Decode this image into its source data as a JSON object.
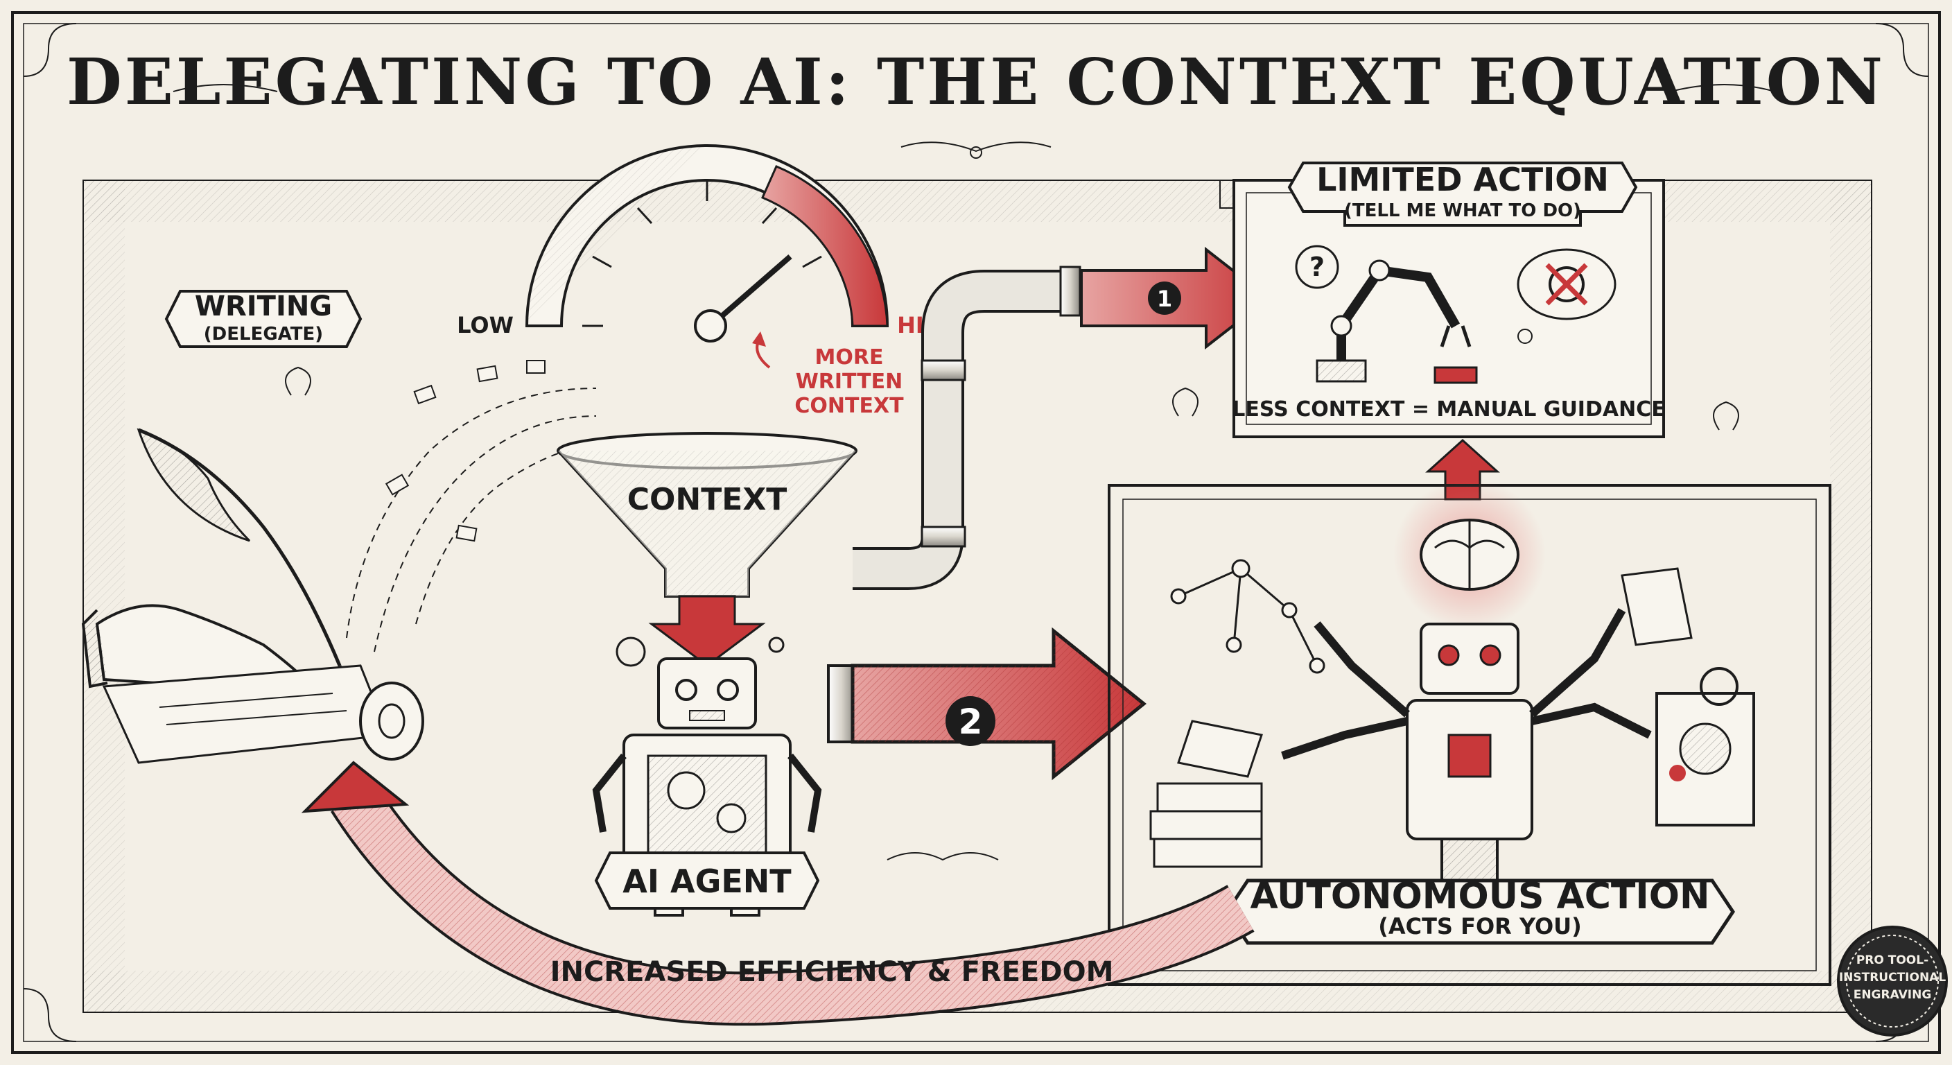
{
  "title": "DELEGATING TO AI: THE CONTEXT EQUATION",
  "writing": {
    "title": "WRITING",
    "sub": "(DELEGATE)"
  },
  "gauge": {
    "low": "LOW",
    "high": "HIGH",
    "note_lines": [
      "MORE",
      "WRITTEN",
      "CONTEXT"
    ]
  },
  "funnel_label": "CONTEXT",
  "agent_label": "AI AGENT",
  "steps": {
    "one": "1",
    "two": "2"
  },
  "limited": {
    "title": "LIMITED ACTION",
    "sub": "(TELL ME WHAT TO DO)",
    "caption": "LESS CONTEXT = MANUAL GUIDANCE",
    "question_mark": "?"
  },
  "autonomous": {
    "title": "AUTONOMOUS ACTION",
    "sub": "(ACTS FOR YOU)"
  },
  "feedback_label": "INCREASED EFFICIENCY & FREEDOM",
  "seal": {
    "lines": [
      "PRO TOOL-",
      "INSTRUCTIONAL",
      "ENGRAVING"
    ]
  },
  "colors": {
    "ink": "#1c1c1c",
    "accent": "#c8383a",
    "paper": "#f3efe6",
    "pale_red": "#f2c9c6"
  }
}
